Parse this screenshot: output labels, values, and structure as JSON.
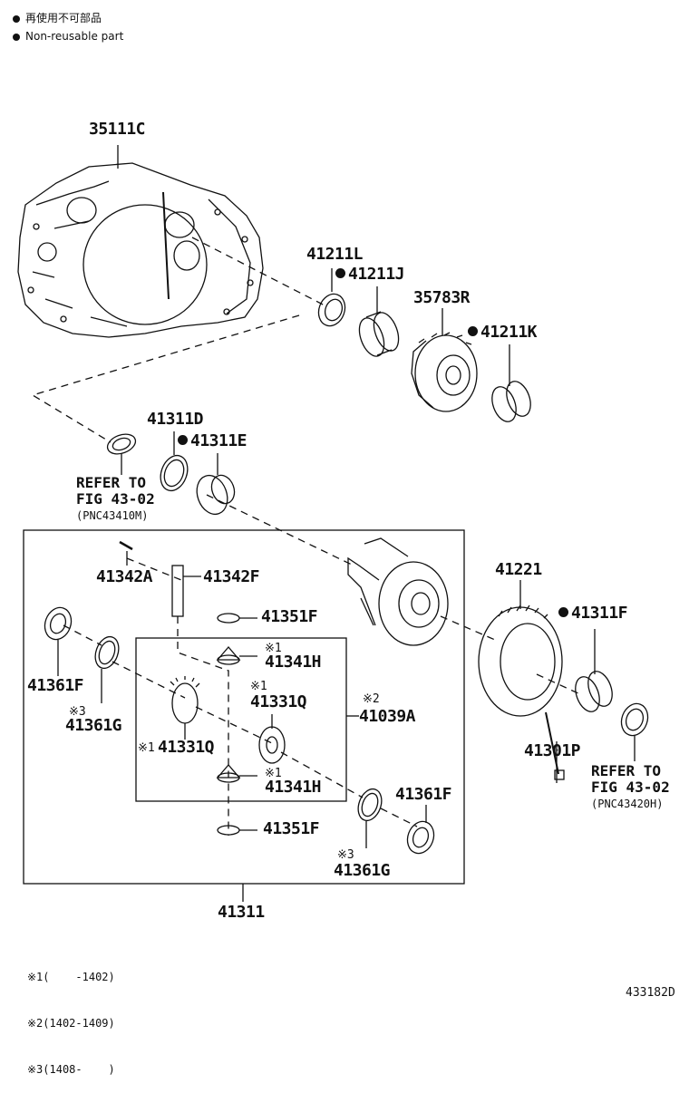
{
  "legend": {
    "line1": "再使用不可部品",
    "line2": "Non-reusable part"
  },
  "parts": {
    "p35111C": "35111C",
    "p41211L": "41211L",
    "p41211J": "41211J",
    "p35783R": "35783R",
    "p41211K": "41211K",
    "p41311D": "41311D",
    "p41311E": "41311E",
    "p41221": "41221",
    "p41311F": "41311F",
    "p41342A": "41342A",
    "p41342F": "41342F",
    "p41351F_top": "41351F",
    "p41341H_top": "41341H",
    "p41361F_left": "41361F",
    "p41331Q_mid": "41331Q",
    "p41039A": "41039A",
    "p41361G_left": "41361G",
    "p41331Q_left": "41331Q",
    "p41341H_bot": "41341H",
    "p41361F_right": "41361F",
    "p41351F_bot": "41351F",
    "p41361G_right": "41361G",
    "p41301P": "41301P",
    "p41311": "41311"
  },
  "refs": {
    "left_line1": "REFER TO",
    "left_line2": "FIG 43-02",
    "left_line3": "(PNC43410M)",
    "right_line1": "REFER TO",
    "right_line2": "FIG 43-02",
    "right_line3": "(PNC43420H)"
  },
  "marks": {
    "m1": "※1",
    "m2": "※2",
    "m3": "※3"
  },
  "footnotes": {
    "n1": "※1(    -1402)",
    "n2": "※2(1402-1409)",
    "n3": "※3(1408-    )"
  },
  "diagram_id": "433182D"
}
